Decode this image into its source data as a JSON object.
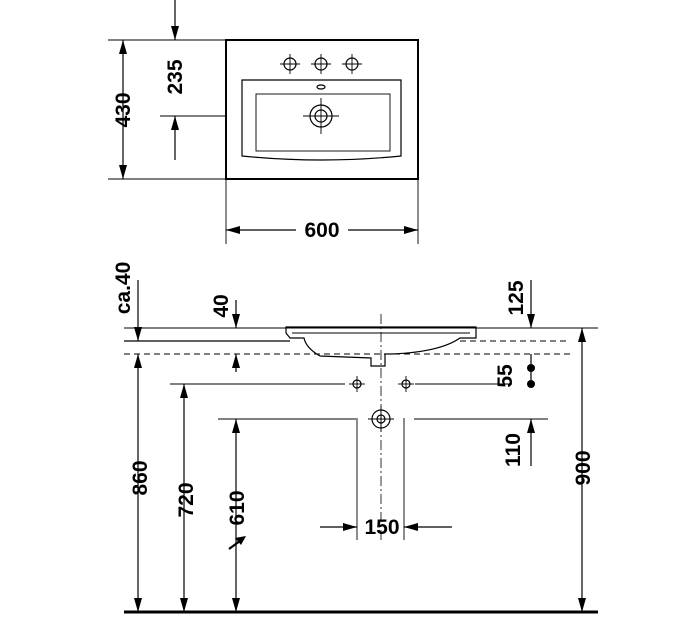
{
  "top_view": {
    "depth_label": "430",
    "tap_offset_label": "235",
    "width_label": "600"
  },
  "side_view": {
    "rim_label": "ca.40",
    "thickness_label": "40",
    "drain_offset_label": "125",
    "tap_spacing_label": "55",
    "overflow_label": "110",
    "total_height_label": "900",
    "rim_height_label": "860",
    "tap_height_label": "720",
    "drain_height_label": "610",
    "drain_spacing_label": "150"
  },
  "icons": {
    "tap_hole": "crosshair-circle-icon",
    "drain": "drain-circle-icon",
    "direction": "diagonal-arrow-icon"
  }
}
